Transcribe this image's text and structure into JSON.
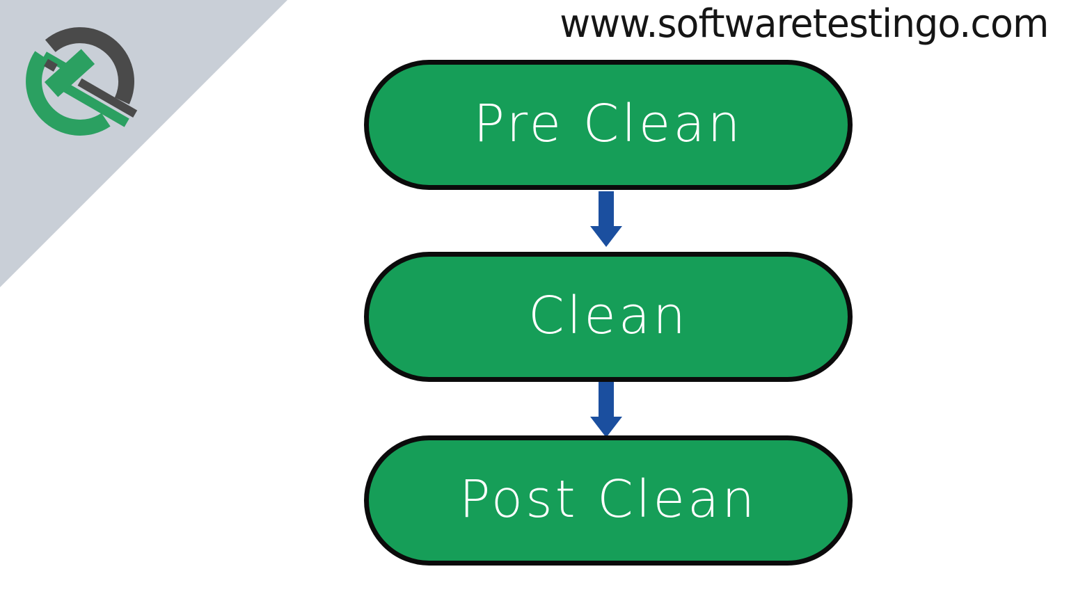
{
  "header": {
    "website_url": "www.softwaretestingo.com"
  },
  "branding": {
    "logo": "softwaretestingo-logo",
    "corner_shape": "triangle"
  },
  "flowchart": {
    "type": "vertical-flow",
    "nodes": [
      {
        "label": "Pre Clean"
      },
      {
        "label": "Clean"
      },
      {
        "label": "Post Clean"
      }
    ],
    "connections": [
      {
        "from": "Pre Clean",
        "to": "Clean",
        "direction": "down"
      },
      {
        "from": "Clean",
        "to": "Post Clean",
        "direction": "down"
      }
    ]
  },
  "colors": {
    "background": "#ffffff",
    "node_fill": "#169e58",
    "node_border": "#0b0b0b",
    "node_text": "#ffffff",
    "arrow_blue": "#1b4f9f",
    "corner_triangle": "#c9cfd7",
    "logo_green": "#2ba061",
    "logo_gray": "#4a4a4a",
    "heading_text": "#151515"
  }
}
